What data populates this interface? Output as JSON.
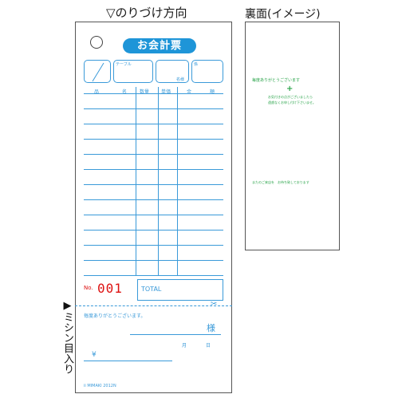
{
  "captions": {
    "glue_direction": "▽のりづけ方向",
    "back_image": "裏面(イメージ)",
    "perforation": "▶ミシン目入り"
  },
  "slip": {
    "title": "お会計票",
    "table_label": "テーブル",
    "guests_label": "名様",
    "staff_label": "係",
    "columns": [
      "品",
      "名",
      "数量",
      "単価",
      "金",
      "額"
    ],
    "row_count": 12,
    "no_label": "No.",
    "number": "001",
    "total_label": "TOTAL",
    "thanks": "毎度ありがとうございます。",
    "sama": "様",
    "month": "月",
    "day": "日",
    "yen": "¥",
    "logo": "ii MIMAKI 2012N"
  },
  "back": {
    "line1": "毎度ありがとうございます",
    "plus": "+",
    "line2": "お気付きの点がございましたら",
    "line3": "遠慮なくお申し付け下さいませ。",
    "line4": "またのご来店を　お待ち致しております"
  },
  "colors": {
    "print_blue": "#3a9ad9",
    "title_fill": "#1e95d8",
    "number_red": "#dd1111",
    "back_green": "#2aa44a"
  }
}
